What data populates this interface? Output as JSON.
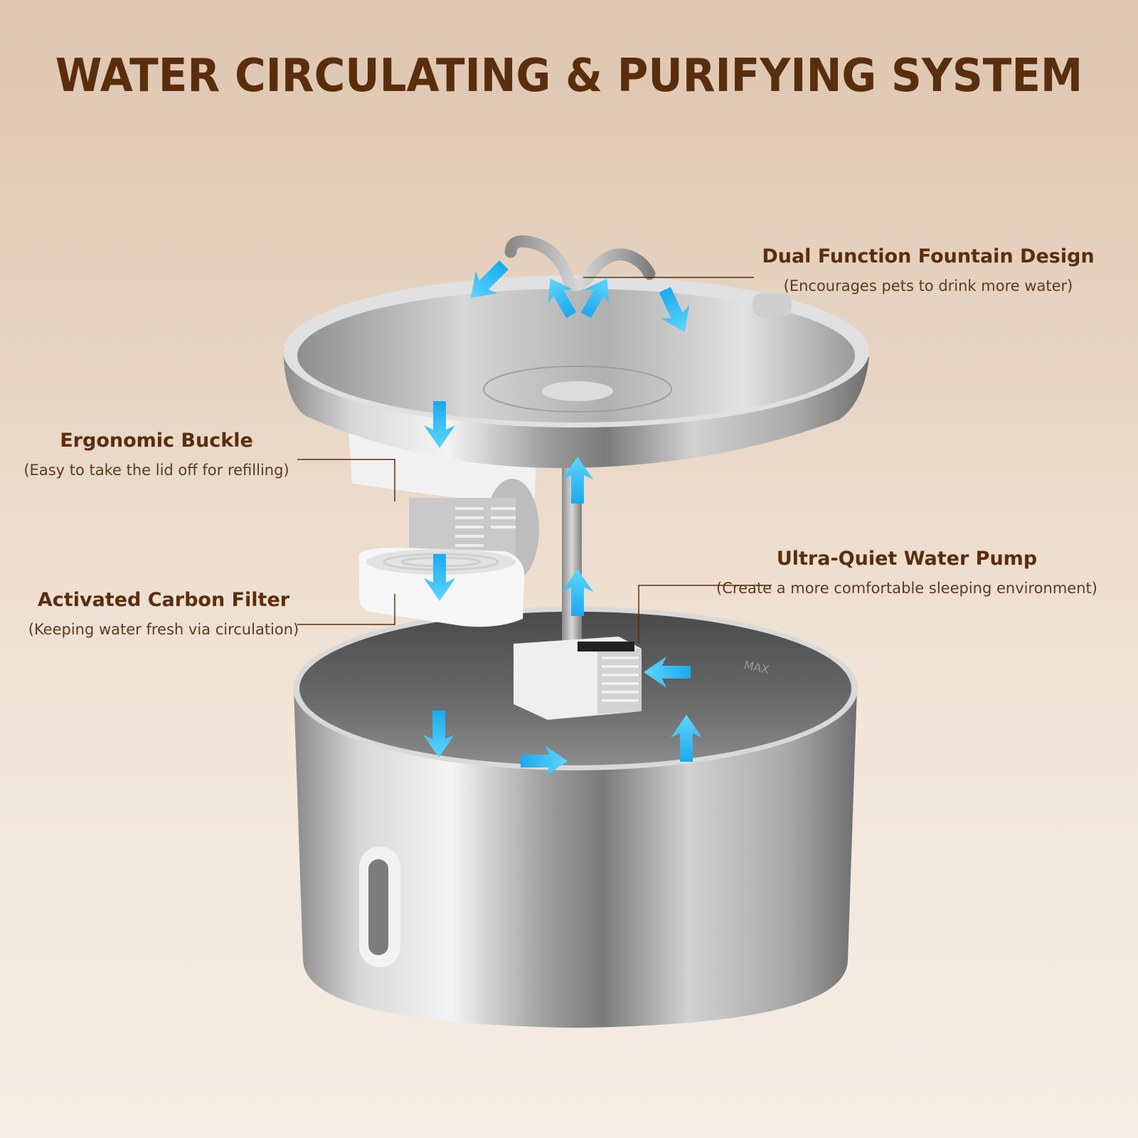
{
  "title": "WATER CIRCULATING & PURIFYING SYSTEM",
  "colors": {
    "title": "#5a2e0c",
    "callout_line": "#5a2e0c",
    "flow_arrow": "#2bb8f0",
    "background_top": "#dec6b0",
    "background_bottom": "#f5ece3",
    "steel": "#b9b9b9"
  },
  "callouts": [
    {
      "id": "fountain",
      "heading": "Dual Function Fountain Design",
      "subtext": "(Encourages pets to drink more water)"
    },
    {
      "id": "buckle",
      "heading": "Ergonomic Buckle",
      "subtext": "(Easy to take the lid off for refilling)"
    },
    {
      "id": "filter",
      "heading": "Activated Carbon Filter",
      "subtext": "(Keeping water fresh via circulation)"
    },
    {
      "id": "pump",
      "heading": "Ultra-Quiet Water Pump",
      "subtext": "(Create a more comfortable sleeping environment)"
    }
  ],
  "product": {
    "parts": [
      "fountain-spout",
      "lid-tray",
      "buckle",
      "carbon-filter",
      "water-pump",
      "water-tube",
      "bowl",
      "water-level-window"
    ],
    "bowl_marking": "MAX",
    "flow_arrow_count": 13
  }
}
